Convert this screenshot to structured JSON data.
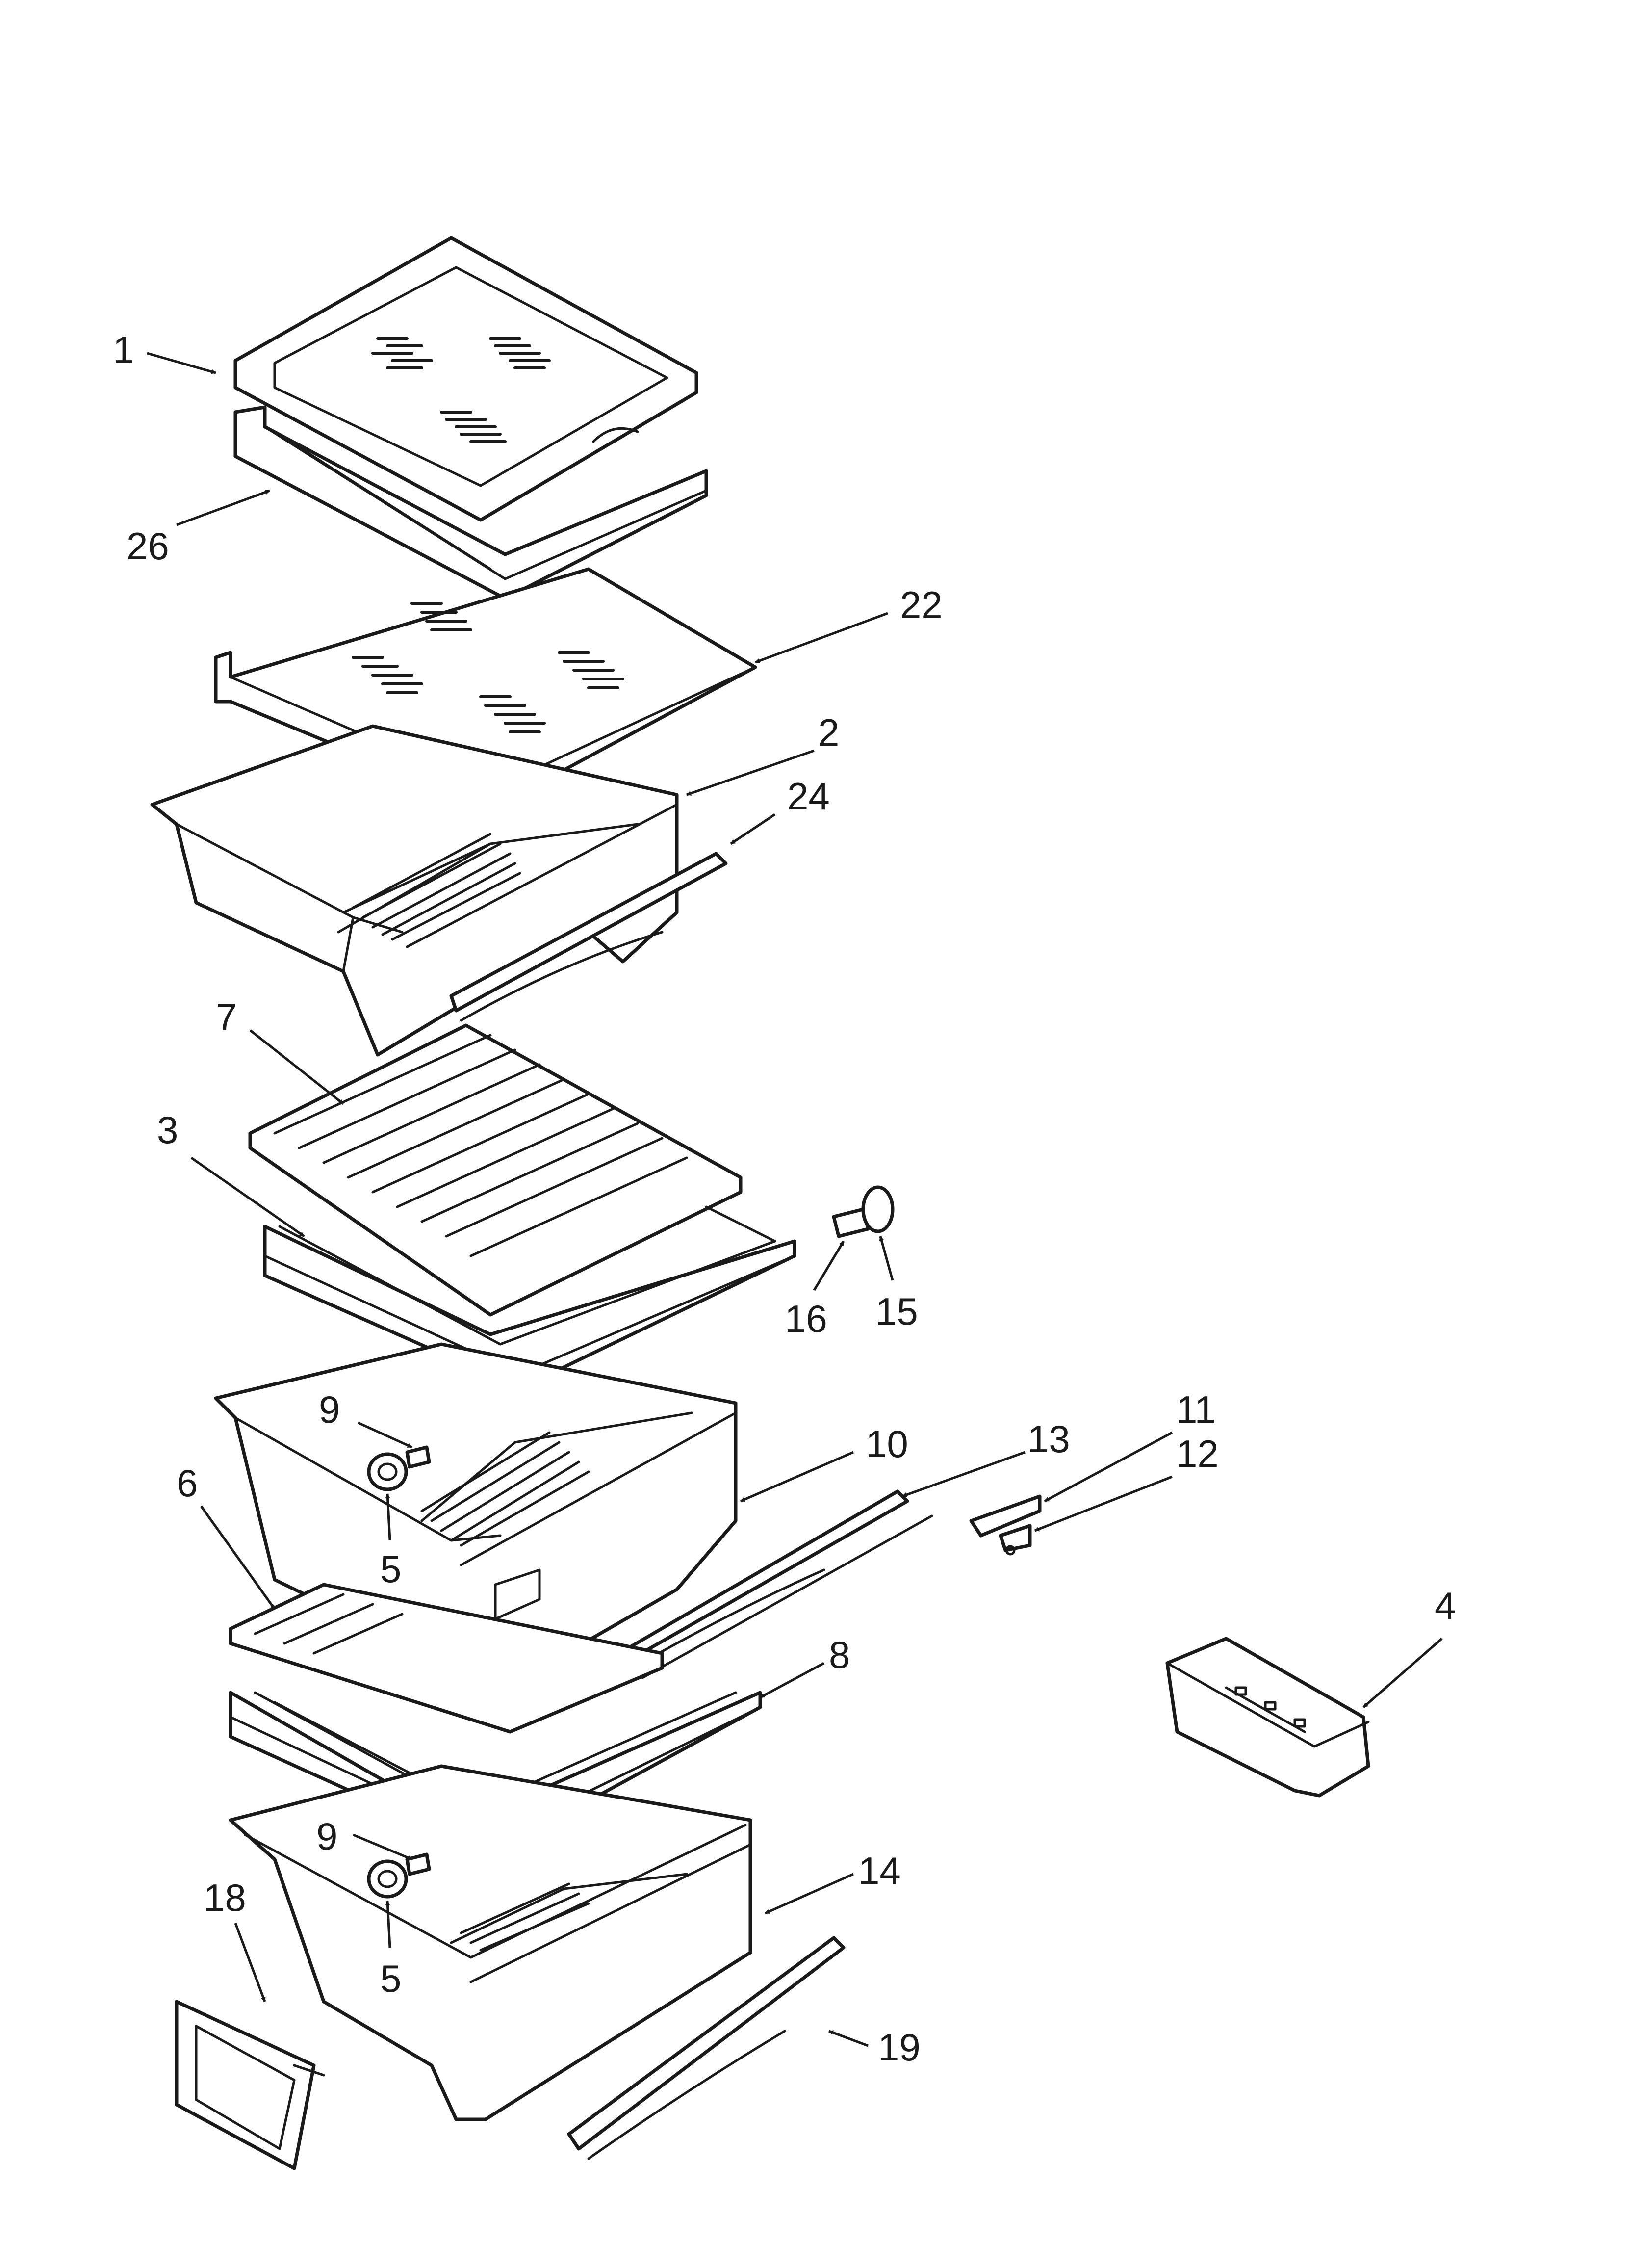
{
  "callouts": [
    {
      "id": "c1",
      "label": "1"
    },
    {
      "id": "c26",
      "label": "26"
    },
    {
      "id": "c22",
      "label": "22"
    },
    {
      "id": "c2",
      "label": "2"
    },
    {
      "id": "c24",
      "label": "24"
    },
    {
      "id": "c7",
      "label": "7"
    },
    {
      "id": "c3",
      "label": "3"
    },
    {
      "id": "c16",
      "label": "16"
    },
    {
      "id": "c15",
      "label": "15"
    },
    {
      "id": "c9a",
      "label": "9"
    },
    {
      "id": "c10",
      "label": "10"
    },
    {
      "id": "c13",
      "label": "13"
    },
    {
      "id": "c11",
      "label": "11"
    },
    {
      "id": "c12",
      "label": "12"
    },
    {
      "id": "c6",
      "label": "6"
    },
    {
      "id": "c5a",
      "label": "5"
    },
    {
      "id": "c8",
      "label": "8"
    },
    {
      "id": "c4",
      "label": "4"
    },
    {
      "id": "c9b",
      "label": "9"
    },
    {
      "id": "c14",
      "label": "14"
    },
    {
      "id": "c18",
      "label": "18"
    },
    {
      "id": "c5b",
      "label": "5"
    },
    {
      "id": "c19",
      "label": "19"
    }
  ]
}
